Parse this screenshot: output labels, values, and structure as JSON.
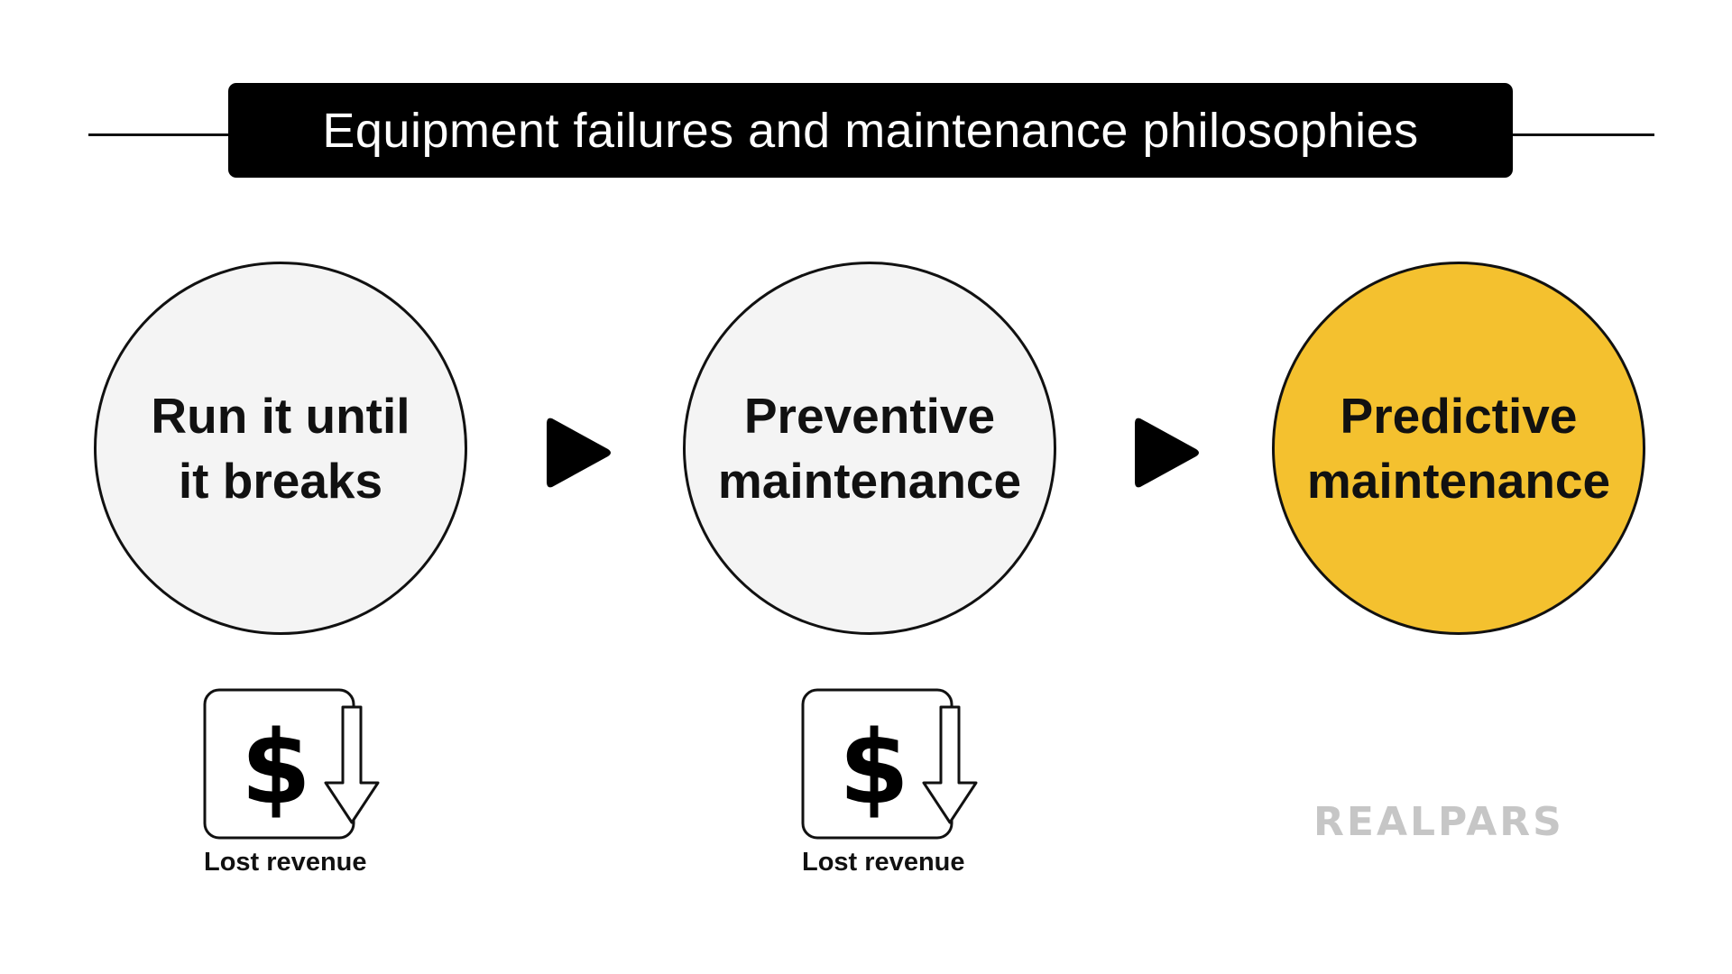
{
  "title": "Equipment failures and maintenance philosophies",
  "stages": [
    {
      "line1": "Run it until",
      "line2": "it breaks",
      "fill": "#f4f4f4"
    },
    {
      "line1": "Preventive",
      "line2": "maintenance",
      "fill": "#f4f4f4"
    },
    {
      "line1": "Predictive",
      "line2": "maintenance",
      "fill": "#f4c12f"
    }
  ],
  "outcomes": [
    {
      "symbol": "$",
      "label": "Lost revenue",
      "icon": "dollar-down-arrow-icon"
    },
    {
      "symbol": "$",
      "label": "Lost revenue",
      "icon": "dollar-down-arrow-icon"
    }
  ],
  "brand": {
    "name": "REALPARS",
    "color": "#c6c6c6"
  },
  "colors": {
    "highlight": "#f4c12f",
    "neutral": "#f4f4f4",
    "ink": "#111111"
  }
}
